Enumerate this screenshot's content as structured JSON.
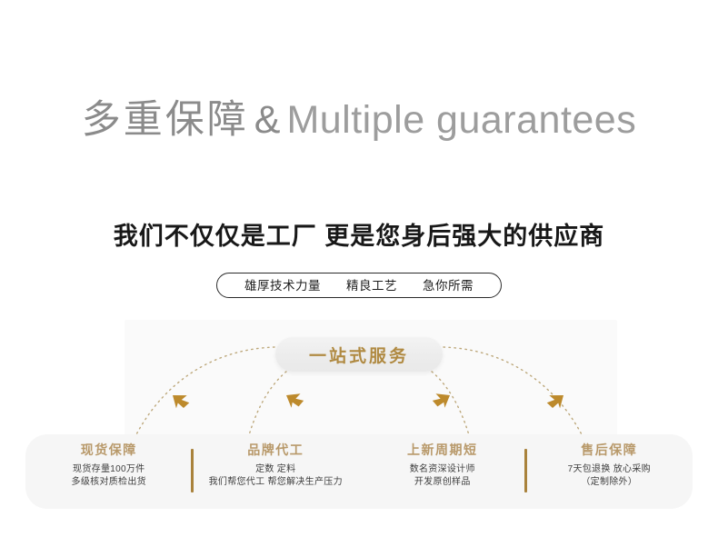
{
  "heading": {
    "cn": "多重保障",
    "amp": "&",
    "en": "Multiple guarantees"
  },
  "subtitle": {
    "text": "我们不仅仅是工厂 更是您身后强大的供应商"
  },
  "tagline": {
    "phrases": [
      "雄厚技术力量",
      "精良工艺",
      "急你所需"
    ]
  },
  "center_badge": {
    "label": "一站式服务"
  },
  "cards": [
    {
      "title": "现货保障",
      "lines": [
        "现货存量100万件",
        "多级核对质检出货"
      ]
    },
    {
      "title": "品牌代工",
      "lines": [
        "定数 定料",
        "我们帮您代工 帮您解决生产压力"
      ]
    },
    {
      "title": "上新周期短",
      "lines": [
        "数名资深设计师",
        "开发原创样品"
      ]
    },
    {
      "title": "售后保障",
      "lines": [
        "7天包退换 放心采购",
        "（定制除外）"
      ]
    }
  ],
  "colors": {
    "heading_gray": "#8b8b8b",
    "subtitle_black": "#181818",
    "gold": "#b8996a",
    "gold_dark": "#a9823c",
    "badge_text": "#b08a42",
    "panel_bg": "#fafafa",
    "card_panel_bg": "#f6f6f6"
  }
}
